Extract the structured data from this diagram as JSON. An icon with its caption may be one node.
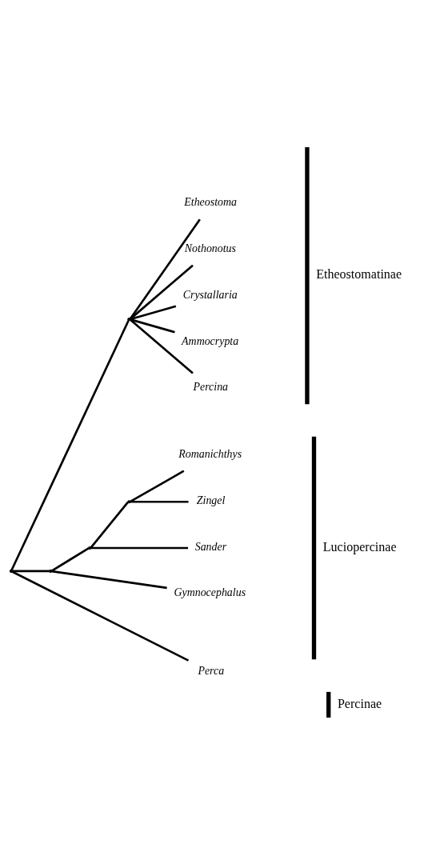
{
  "diagram": {
    "nodes": [
      {
        "text": [],
        "shape": "point"
      },
      {
        "text": [],
        "shape": "point"
      },
      {
        "text": [
          "Etheostoma"
        ]
      },
      {
        "text": [
          "Nothonotus"
        ]
      },
      {
        "text": [
          "Crystallaria"
        ]
      },
      {
        "text": [
          "Ammocrypta"
        ]
      },
      {
        "text": [
          "Percina"
        ]
      },
      {
        "text": [],
        "shape": "point"
      },
      {
        "text": [],
        "shape": "point"
      },
      {
        "text": [],
        "shape": "point"
      },
      {
        "text": [
          "Romanichthys"
        ]
      },
      {
        "text": [
          "Zingel"
        ]
      },
      {
        "text": [
          "Sander"
        ]
      },
      {
        "text": [
          "Gymnocephalus"
        ]
      },
      {
        "text": [
          "Perca"
        ]
      }
    ],
    "edges": [
      {
        "from": 0,
        "to": 1,
        "arrow": "none"
      },
      {
        "from": 1,
        "to": 2,
        "arrow": "none"
      },
      {
        "from": 1,
        "to": 3,
        "arrow": "none"
      },
      {
        "from": 1,
        "to": 4,
        "arrow": "none"
      },
      {
        "from": 1,
        "to": 5,
        "arrow": "none"
      },
      {
        "from": 1,
        "to": 6,
        "arrow": "none"
      },
      {
        "from": 0,
        "to": 7,
        "arrow": "none"
      },
      {
        "from": 7,
        "to": 8,
        "arrow": "none"
      },
      {
        "from": 8,
        "to": 9,
        "arrow": "none"
      },
      {
        "from": 9,
        "to": 10,
        "arrow": "none"
      },
      {
        "from": 9,
        "to": 11,
        "arrow": "none"
      },
      {
        "from": 8,
        "to": 12,
        "arrow": "none"
      },
      {
        "from": 7,
        "to": 13,
        "arrow": "none"
      },
      {
        "from": 0,
        "to": 14,
        "arrow": "none"
      }
    ],
    "labels": [
      "Etheostomatinae",
      "Luciopercinae",
      "Percinae"
    ]
  }
}
